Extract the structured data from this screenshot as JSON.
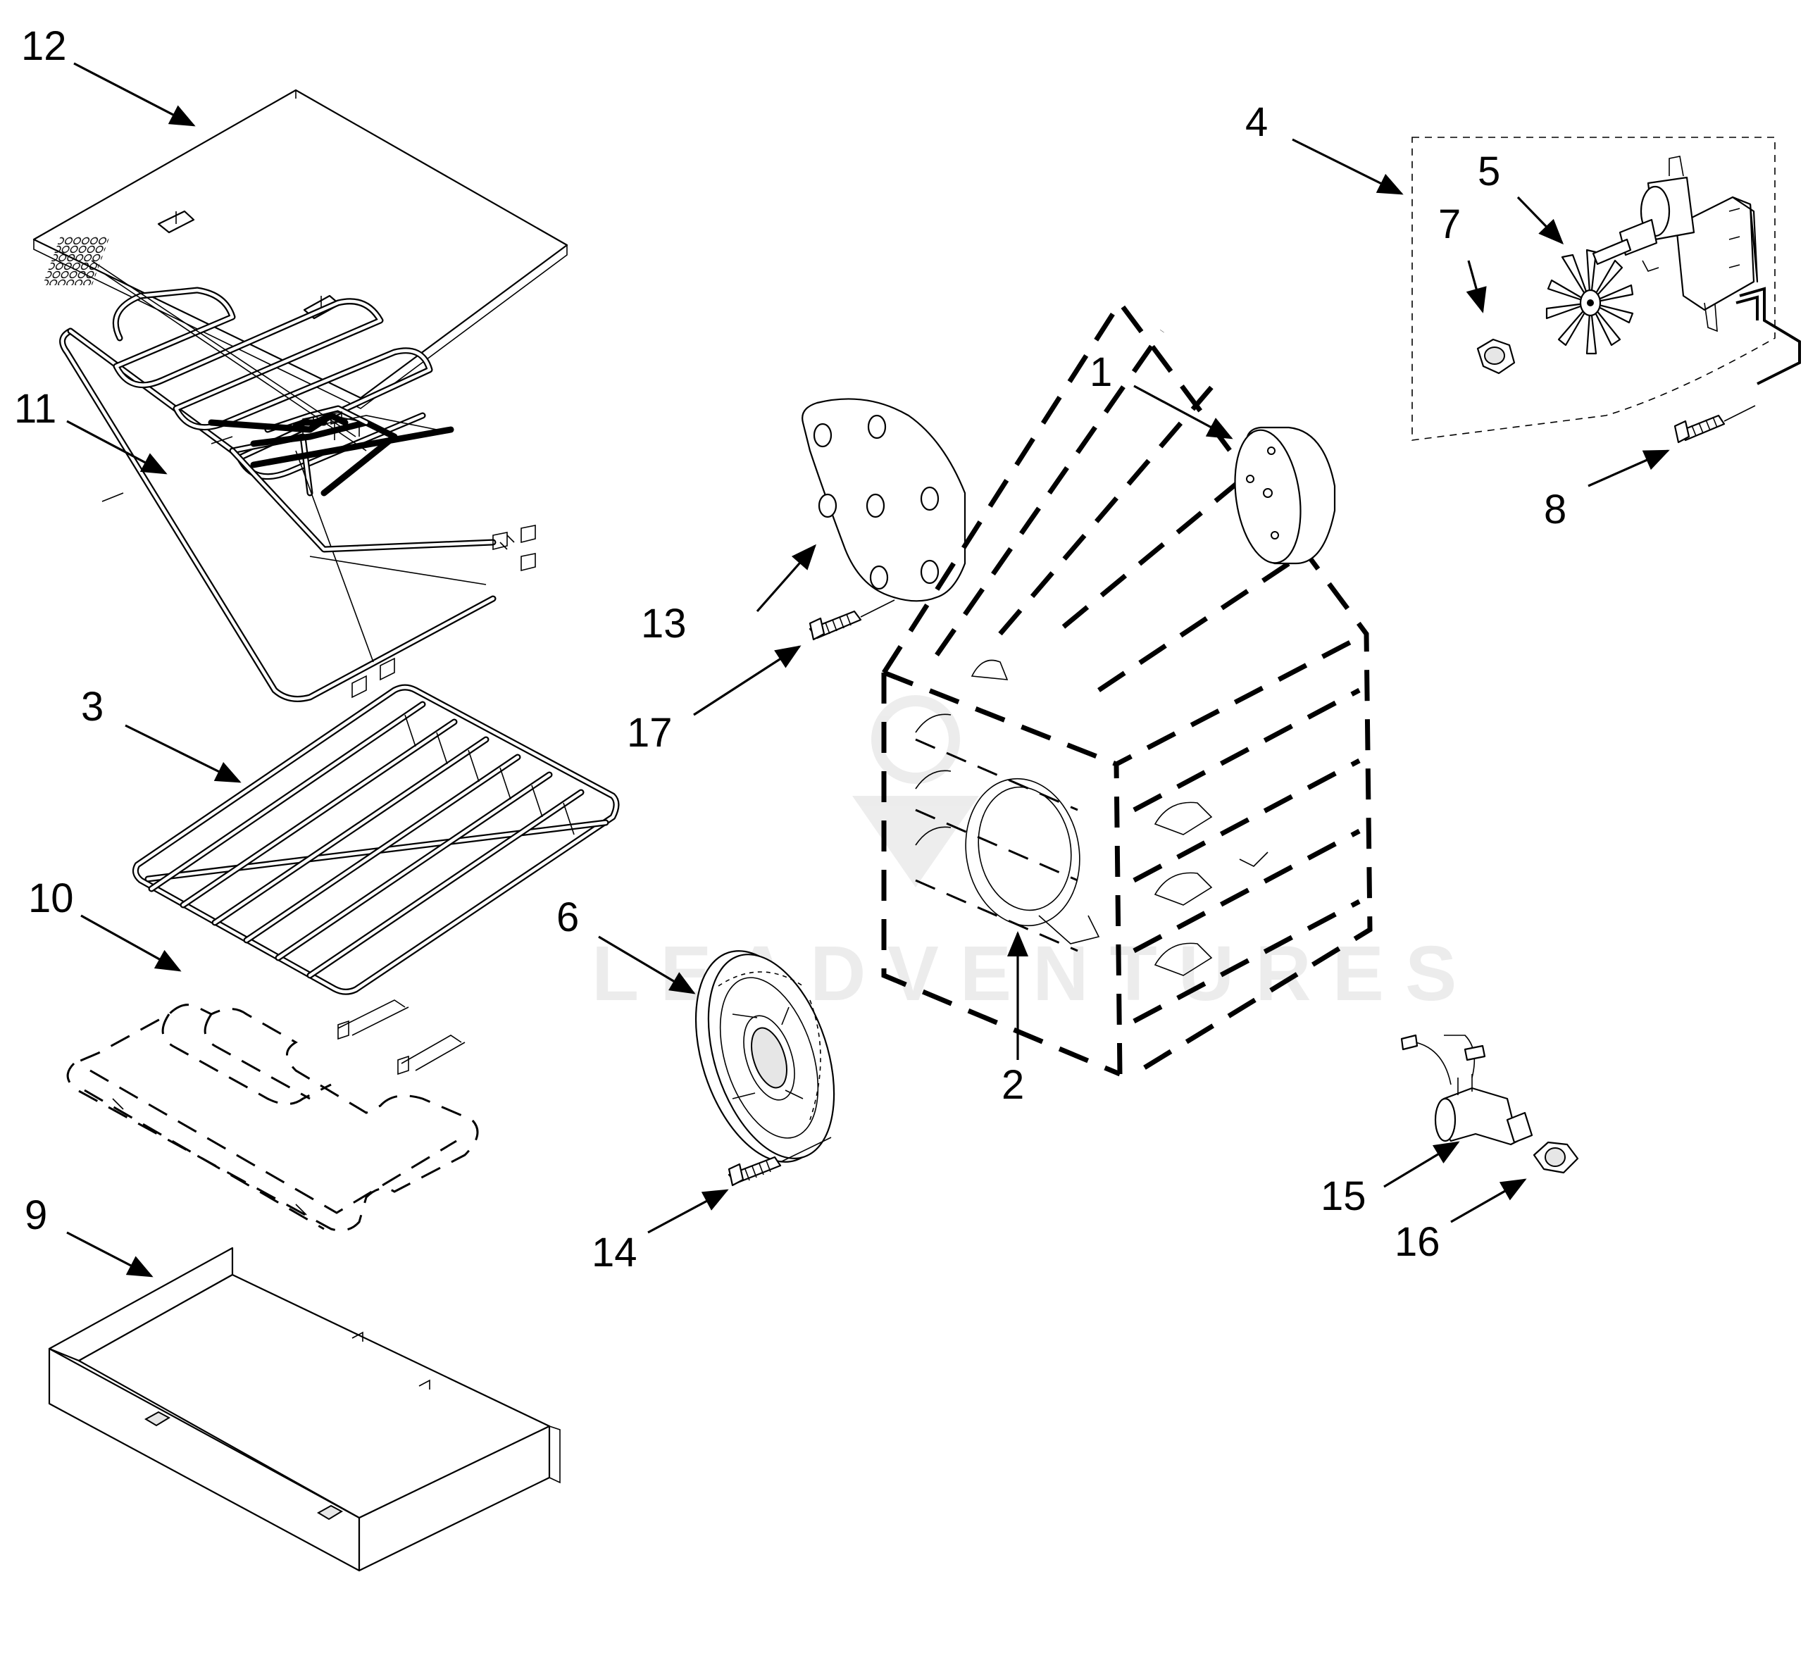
{
  "diagram": {
    "callouts": [
      {
        "id": "c1",
        "label": "1"
      },
      {
        "id": "c2",
        "label": "2"
      },
      {
        "id": "c3",
        "label": "3"
      },
      {
        "id": "c4",
        "label": "4"
      },
      {
        "id": "c5",
        "label": "5"
      },
      {
        "id": "c6",
        "label": "6"
      },
      {
        "id": "c7",
        "label": "7"
      },
      {
        "id": "c8",
        "label": "8"
      },
      {
        "id": "c9",
        "label": "9"
      },
      {
        "id": "c10",
        "label": "10"
      },
      {
        "id": "c11",
        "label": "11"
      },
      {
        "id": "c12",
        "label": "12"
      },
      {
        "id": "c13",
        "label": "13"
      },
      {
        "id": "c14",
        "label": "14"
      },
      {
        "id": "c15",
        "label": "15"
      },
      {
        "id": "c16",
        "label": "16"
      },
      {
        "id": "c17",
        "label": "17"
      }
    ],
    "watermark": "LEADVENTURES"
  },
  "colors": {
    "line": "#000000",
    "background": "#ffffff",
    "shade": "#e6e6e6"
  }
}
